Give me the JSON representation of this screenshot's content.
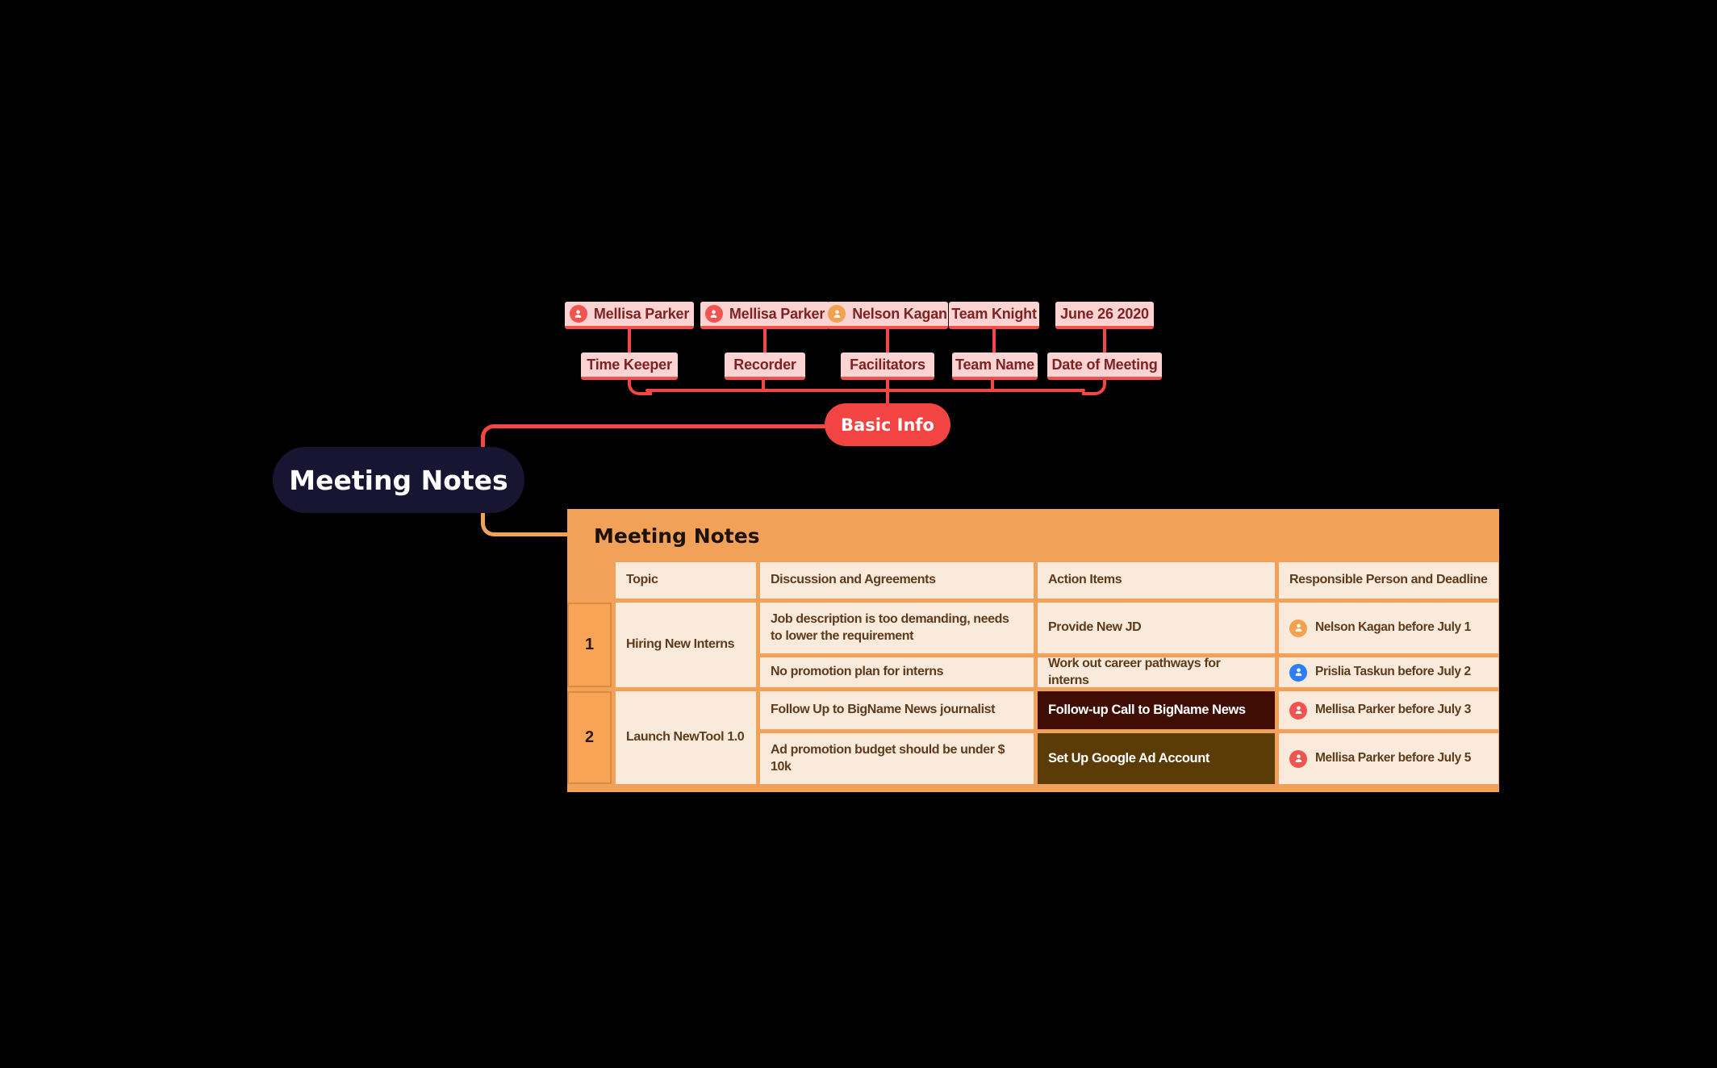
{
  "root": {
    "label": "Meeting Notes"
  },
  "branch": {
    "label": "Basic Info"
  },
  "attributes": [
    {
      "label": "Time Keeper",
      "value": "Mellisa Parker",
      "icon": "person-icon",
      "icon_color": "#F1534E"
    },
    {
      "label": "Recorder",
      "value": "Mellisa Parker",
      "icon": "person-icon",
      "icon_color": "#F1534E"
    },
    {
      "label": "Facilitators",
      "value": "Nelson Kagan",
      "icon": "person-icon",
      "icon_color": "#F2A24E"
    },
    {
      "label": "Team Name",
      "value": "Team Knight",
      "icon": null
    },
    {
      "label": "Date of Meeting",
      "value": "June 26 2020",
      "icon": null
    }
  ],
  "table": {
    "title": "Meeting Notes",
    "columns": [
      "Topic",
      "Discussion and Agreements",
      "Action Items",
      "Responsible Person and Deadline"
    ],
    "rows": [
      {
        "num": "1",
        "topic": "Hiring New Interns",
        "items": [
          {
            "discussion": "Job description is too demanding, needs to lower the requirement",
            "action": "Provide New JD",
            "action_style": "normal",
            "responsible": "Nelson Kagan before July 1",
            "icon_color": "#F2A24E"
          },
          {
            "discussion": "No promotion plan for interns",
            "action": "Work out career pathways for interns",
            "action_style": "normal",
            "responsible": "Prislia Taskun before July 2",
            "icon_color": "#2D7DF6"
          }
        ]
      },
      {
        "num": "2",
        "topic": "Launch NewTool 1.0",
        "items": [
          {
            "discussion": "Follow Up to BigName News journalist",
            "action": "Follow-up Call to BigName News",
            "action_style": "dark-red",
            "responsible": "Mellisa Parker before July 3",
            "icon_color": "#F1534E"
          },
          {
            "discussion": "Ad promotion budget should be under $ 10k",
            "action": "Set Up Google Ad Account",
            "action_style": "dark-brown",
            "responsible": "Mellisa Parker before July 5",
            "icon_color": "#F1534E"
          }
        ]
      }
    ]
  },
  "colors": {
    "background": "#000000",
    "node_pink_bg": "#FBD3D3",
    "node_pink_border": "#F2514C",
    "node_pink_text": "#7E2222",
    "connector_red": "#F24743",
    "connector_orange": "#F2A159",
    "branch_pill_bg": "#F24543",
    "root_pill_bg": "#171532",
    "table_bg": "#F2A159",
    "table_cell_bg": "#FAEADC",
    "table_cell_text": "#5E3B1B",
    "table_title_text": "#1C1208",
    "action_dark_red_bg": "#400D04",
    "action_dark_brown_bg": "#5B3C07",
    "icon_red": "#F1534E",
    "icon_orange": "#F2A24E",
    "icon_blue": "#2D7DF6"
  }
}
